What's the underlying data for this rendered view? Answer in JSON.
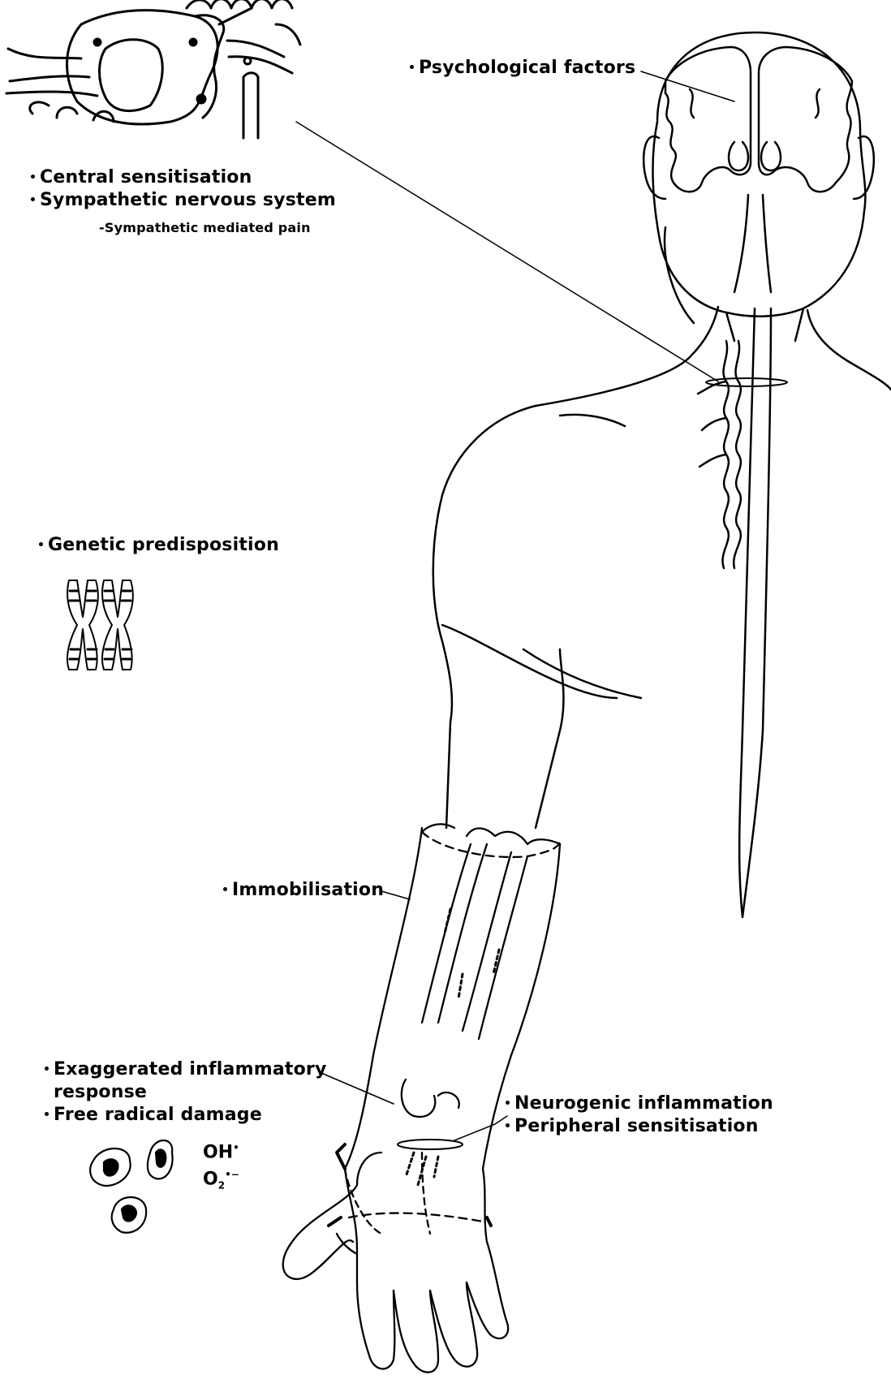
{
  "labels": {
    "psychological": "Psychological factors",
    "central": "Central sensitisation",
    "sympathetic": "Sympathetic nervous system",
    "sympathetic_sub": "-Sympathetic mediated pain",
    "genetic": "Genetic predisposition",
    "immobilisation": "Immobilisation",
    "exaggerated_1": "Exaggerated inflammatory",
    "exaggerated_2": "response",
    "free_radical": "Free radical damage",
    "neurogenic": "Neurogenic inflammation",
    "peripheral": "Peripheral sensitisation"
  },
  "chem": {
    "oh_base": "OH",
    "oh_sup": "•",
    "o2_base": "O",
    "o2_sub": "2",
    "o2_sup": "•−"
  }
}
